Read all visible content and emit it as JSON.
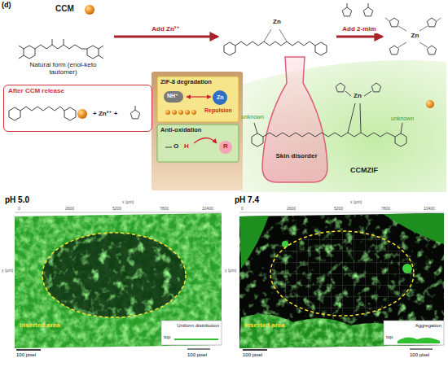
{
  "diagram": {
    "nodes": [
      {
        "text": [
          "CCM",
          "Natural form (enol-keto tautomer)"
        ]
      },
      {
        "text": [
          "Zn"
        ]
      },
      {
        "text": [
          "Zn"
        ]
      },
      {
        "text": [
          "After CCM release",
          "+ Zn²⁺ +"
        ]
      },
      {
        "text": [
          "ZIF-8 degradation",
          "NH⁺",
          "Zn",
          "Repulsion"
        ]
      },
      {
        "text": [
          "Anti-oxidation",
          "O",
          "H",
          "R"
        ]
      },
      {
        "text": [
          "Skin disorder"
        ]
      },
      {
        "text": [
          "top",
          "Uniform distribution"
        ]
      },
      {
        "text": [
          "top",
          "Aggregation"
        ]
      }
    ],
    "edges": [
      {
        "from": 0,
        "to": 1,
        "label": "Add Zn²⁺",
        "arrow": "to"
      },
      {
        "from": 1,
        "to": 2,
        "label": "Add 2-mIm",
        "arrow": "to"
      }
    ],
    "labels": [
      "(d)",
      "unknown",
      "unknown",
      "Zn",
      "CCMZIF",
      "pH 5.0",
      "x (μm)",
      "y (μm)",
      "0",
      "2600",
      "5200",
      "7800",
      "10400",
      "Inserted area",
      "100 pixel",
      "100 pixel",
      "pH 7.4",
      "x (μm)",
      "y (μm)",
      "0",
      "2600",
      "5200",
      "7800",
      "10400",
      "Inserted area",
      "100 pixel",
      "100 pixel"
    ]
  }
}
